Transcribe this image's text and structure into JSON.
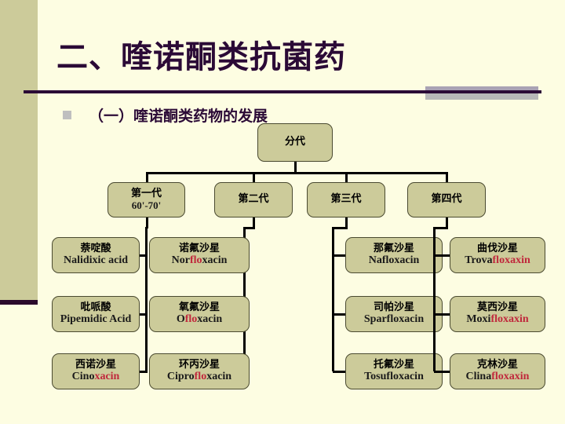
{
  "slide": {
    "title": "二、喹诺酮类抗菌药",
    "bullet": "（一）喹诺酮类药物的发展",
    "bullet_icon": "square-bullet-icon",
    "colors": {
      "background": "#FDFDE2",
      "band": "#CCCB9A",
      "accent_dark": "#2B0A36",
      "node_fill": "#CCCB9A",
      "highlight": "#C0283C",
      "grey_accent": "#B7B7B7"
    }
  },
  "chart_data": {
    "type": "diagram",
    "title": "喹诺酮类药物的发展",
    "root": {
      "label": "分代"
    },
    "generations": [
      {
        "label": "第一代",
        "sub": "60'-70'"
      },
      {
        "label": "第二代",
        "sub": ""
      },
      {
        "label": "第三代",
        "sub": ""
      },
      {
        "label": "第四代",
        "sub": ""
      }
    ],
    "columns": [
      {
        "generation": "第一代",
        "drugs": [
          {
            "cn": "萘啶酸",
            "en_pre": "Nalidi",
            "en_hl": "",
            "en_post": "xic acid"
          },
          {
            "cn": "吡哌酸",
            "en_pre": "Pipemidic Acid",
            "en_hl": "",
            "en_post": ""
          },
          {
            "cn": "西诺沙星",
            "en_pre": "Cino",
            "en_hl": "xacin",
            "en_post": ""
          }
        ]
      },
      {
        "generation": "第二代",
        "drugs": [
          {
            "cn": "诺氟沙星",
            "en_pre": "Nor",
            "en_hl": "flo",
            "en_post": "xacin"
          },
          {
            "cn": "氧氟沙星",
            "en_pre": "O",
            "en_hl": "flo",
            "en_post": "xacin"
          },
          {
            "cn": "环丙沙星",
            "en_pre": "Cipro",
            "en_hl": "flo",
            "en_post": "xacin"
          }
        ]
      },
      {
        "generation": "第三代",
        "drugs": [
          {
            "cn": "那氟沙星",
            "en_pre": "Nafloxacin",
            "en_hl": "",
            "en_post": ""
          },
          {
            "cn": "司帕沙星",
            "en_pre": "Sparfloxacin",
            "en_hl": "",
            "en_post": ""
          },
          {
            "cn": "托氟沙星",
            "en_pre": "Tosufloxacin",
            "en_hl": "",
            "en_post": ""
          }
        ]
      },
      {
        "generation": "第四代",
        "drugs": [
          {
            "cn": "曲伐沙星",
            "en_pre": "Trova",
            "en_hl": "floxaxin",
            "en_post": ""
          },
          {
            "cn": "莫西沙星",
            "en_pre": "Moxi",
            "en_hl": "floxaxin",
            "en_post": ""
          },
          {
            "cn": "克林沙星",
            "en_pre": "Clina",
            "en_hl": "floxaxin",
            "en_post": ""
          }
        ]
      }
    ]
  }
}
